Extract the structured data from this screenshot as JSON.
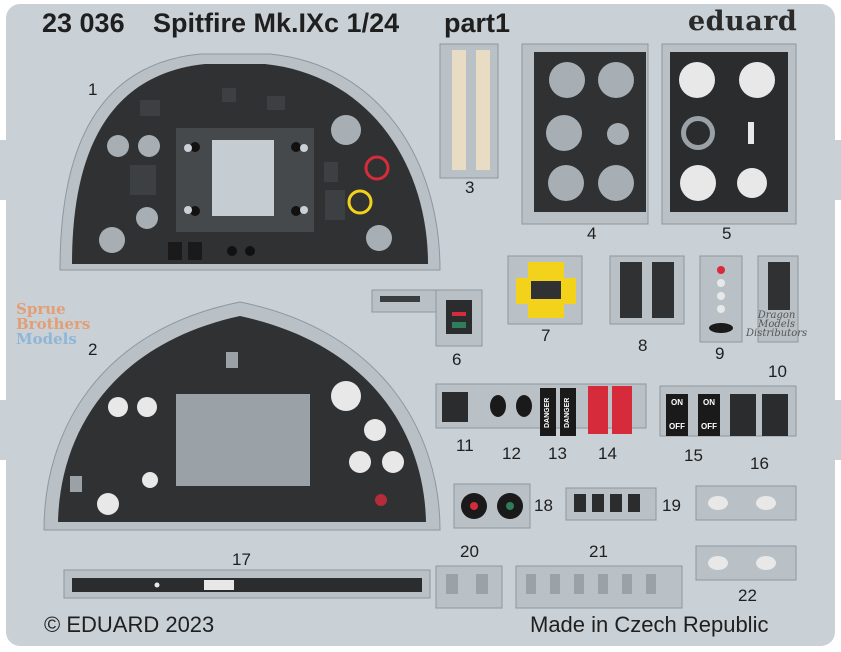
{
  "sheet": {
    "code": "23 036",
    "title": "Spitfire Mk.IXc 1/24",
    "part": "part1",
    "brand": "eduard",
    "copyright": "© EDUARD 2023",
    "origin": "Made in Czech Republic"
  },
  "watermarks": {
    "sprue_line1": "Sprue",
    "sprue_line2": "Brothers",
    "sprue_line3": "Models",
    "dist_line1": "Dragon",
    "dist_line2": "Models",
    "dist_line3": "Distributors"
  },
  "part_numbers": [
    "1",
    "2",
    "3",
    "4",
    "5",
    "6",
    "7",
    "8",
    "9",
    "10",
    "11",
    "12",
    "13",
    "14",
    "15",
    "16",
    "17",
    "18",
    "19",
    "20",
    "21",
    "22"
  ],
  "placards": {
    "danger": "DANGER",
    "on": "ON",
    "off": "OFF"
  },
  "colors": {
    "fret_bg": "#c9d0d6",
    "fret_outline": "#8e979e",
    "panel_dark": "#2d2f31",
    "panel_gray": "#b9c0c6",
    "instrument_gray": "#b4bcc2",
    "accent_red": "#d62b3b",
    "accent_yellow": "#f2d21a",
    "accent_green": "#2f7e5a",
    "beige": "#e8dcc4"
  }
}
